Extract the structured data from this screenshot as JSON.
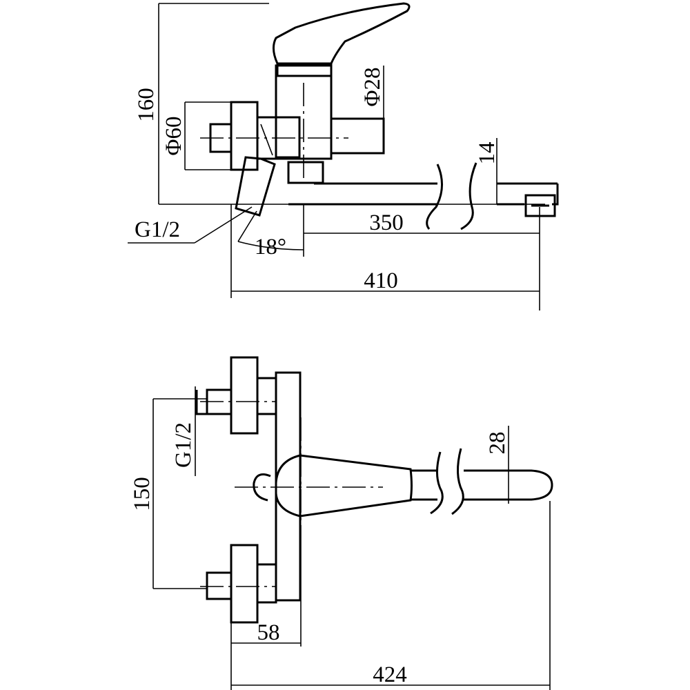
{
  "side_view": {
    "height": "160",
    "inlet_diameter": "Φ60",
    "body_diameter": "Φ28",
    "spout_thickness": "14",
    "spout_reach": "350",
    "total_length": "410",
    "thread": "G1/2",
    "angle": "18°"
  },
  "top_view": {
    "thread": "G1/2",
    "inlet_spacing": "150",
    "spout_width": "28",
    "body_offset": "58",
    "total_length": "424"
  }
}
